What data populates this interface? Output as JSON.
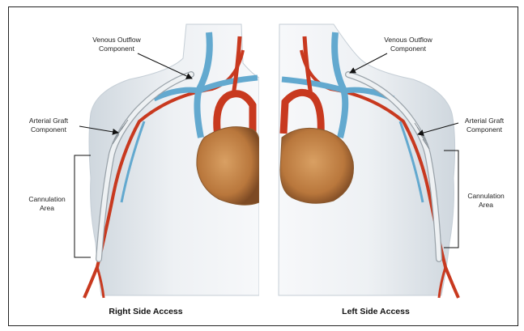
{
  "panels": {
    "right": {
      "caption": "Right Side Access",
      "labels": {
        "venous_line1": "Venous Outflow",
        "venous_line2": "Component",
        "arterial_line1": "Arterial Graft",
        "arterial_line2": "Component",
        "cannulation_line1": "Cannulation",
        "cannulation_line2": "Area"
      }
    },
    "left": {
      "caption": "Left Side Access",
      "labels": {
        "venous_line1": "Venous Outflow",
        "venous_line2": "Component",
        "arterial_line1": "Arterial Graft",
        "arterial_line2": "Component",
        "cannulation_line1": "Cannulation",
        "cannulation_line2": "Area"
      }
    }
  },
  "colors": {
    "skin": "#dfe5ea",
    "artery": "#c8391f",
    "vein": "#63a9cf",
    "graft": "#e8ecef",
    "heart": "#c98a4a"
  }
}
